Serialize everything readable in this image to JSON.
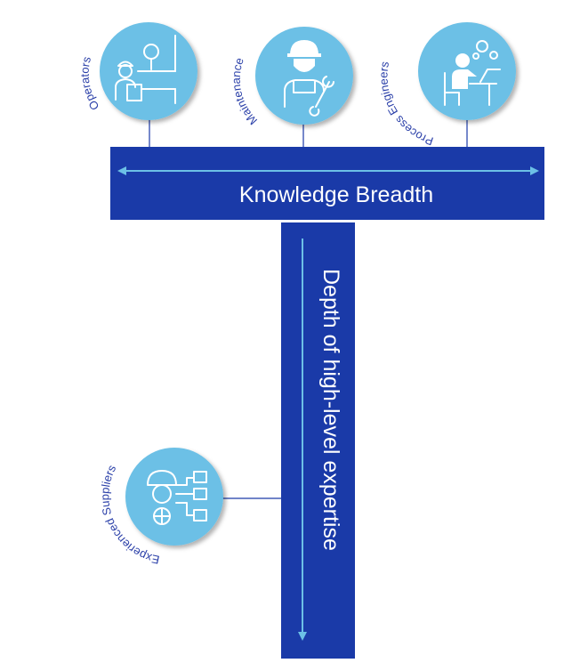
{
  "roles": {
    "operators": "Operators",
    "maintenance": "Maintenance",
    "process_engineers": "Process Engineers",
    "experienced_suppliers": "Experienced Suppliers"
  },
  "axes": {
    "breadth": "Knowledge Breadth",
    "depth": "Depth of high-level expertise"
  },
  "colors": {
    "bar": "#1a3aa8",
    "circle": "#6cc0e6",
    "arrow": "#6cc0e6"
  }
}
